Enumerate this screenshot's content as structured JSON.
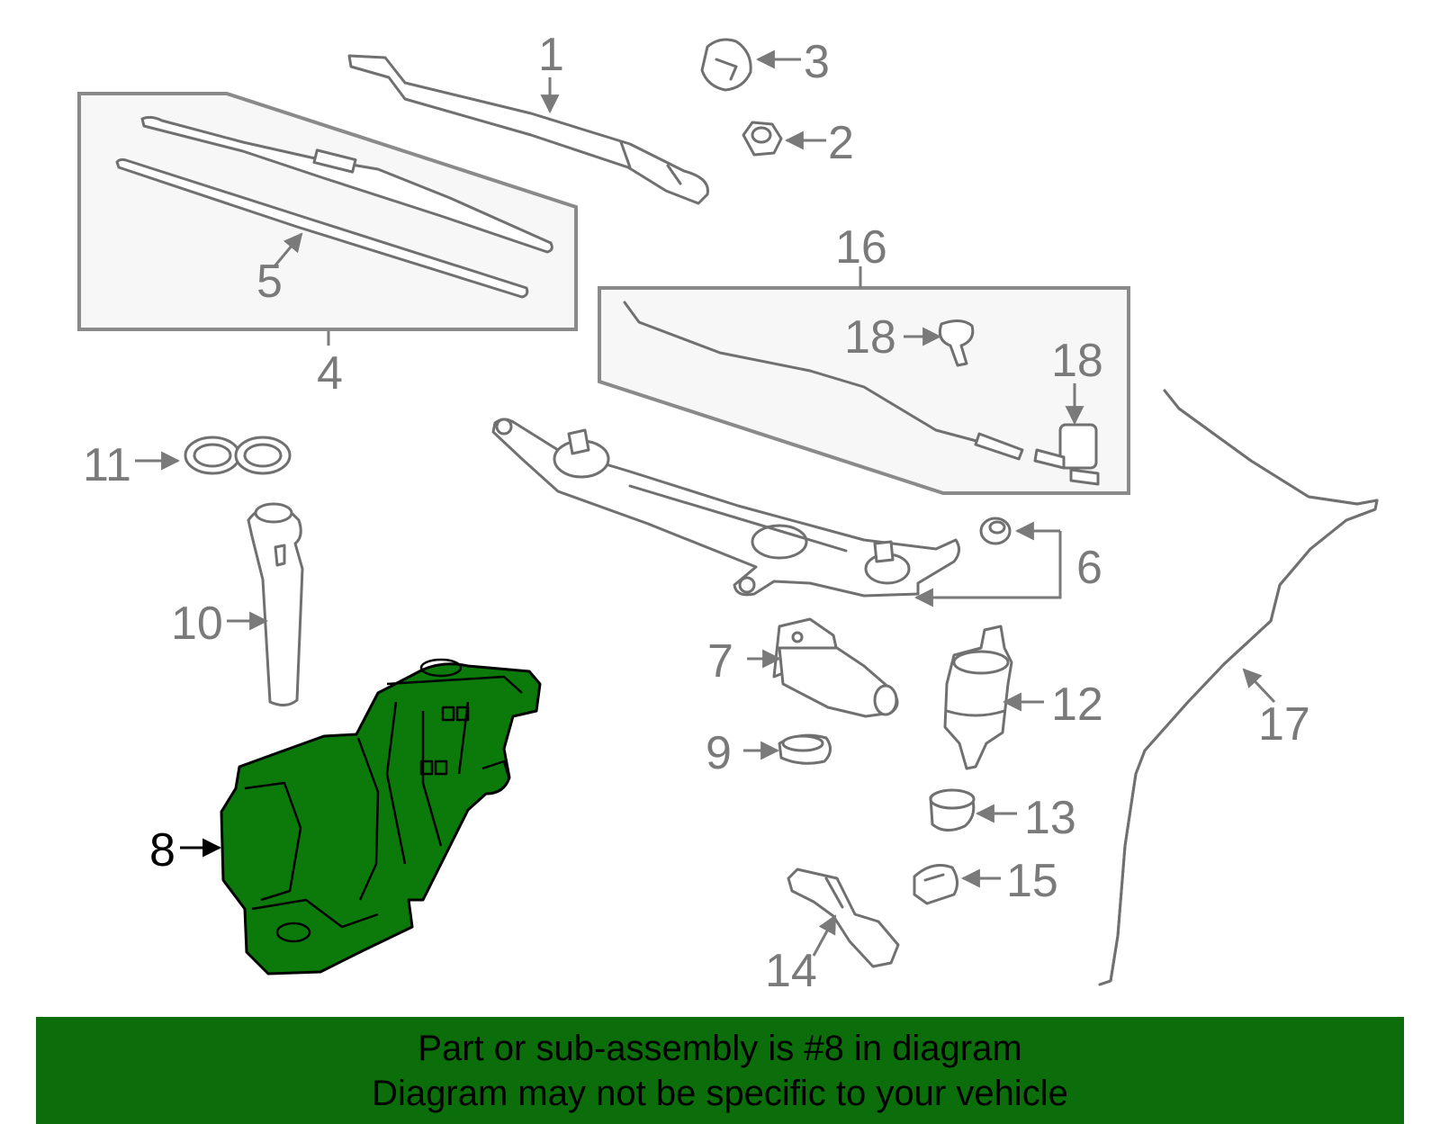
{
  "diagram": {
    "highlighted_part": "8",
    "highlight_color": "#0b7a0b",
    "callouts": {
      "c1": "1",
      "c2": "2",
      "c3": "3",
      "c4": "4",
      "c5": "5",
      "c6": "6",
      "c7": "7",
      "c8": "8",
      "c9": "9",
      "c10": "10",
      "c11": "11",
      "c12": "12",
      "c13": "13",
      "c14": "14",
      "c15": "15",
      "c16": "16",
      "c17": "17",
      "c18a": "18",
      "c18b": "18"
    }
  },
  "banner": {
    "background": "#0b6e0b",
    "line1": "Part or sub-assembly is #8 in diagram",
    "line2": "Diagram may not be specific to your vehicle"
  }
}
